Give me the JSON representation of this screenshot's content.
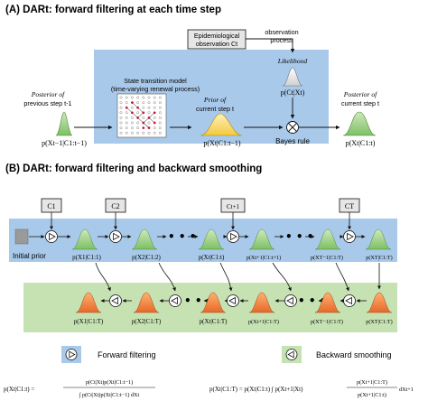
{
  "panel_a": {
    "title": "(A) DARt: forward filtering at each time step",
    "posterior_prev_label_1": "Posterior of",
    "posterior_prev_label_2": "previous step t-1",
    "posterior_prev_formula": "p(Xt−1|C1:t−1)",
    "model_label_1": "State transition model",
    "model_label_2": "(time-varying renewal process)",
    "prior_label_1": "Prior of",
    "prior_label_2": "current step t",
    "prior_formula": "p(Xt|C1:t−1)",
    "obs_box_label_1": "Epidemiological",
    "obs_box_label_2": "observation Ct",
    "obs_process_1": "observation",
    "obs_process_2": "process",
    "likelihood_label": "Likelihood",
    "likelihood_formula": "p(Ct|Xt)",
    "bayes_label": "Bayes rule",
    "posterior_cur_label_1": "Posterior of",
    "posterior_cur_label_2": "current step t",
    "posterior_cur_formula": "p(Xt|C1:t)"
  },
  "panel_b": {
    "title": "(B) DARt: forward filtering and backward smoothing",
    "observations": [
      "C1",
      "C2",
      "Ct+1",
      "CT"
    ],
    "initial_prior": "Initial prior",
    "filter_formulas": [
      "p(X1|C1:1)",
      "p(X2|C1:2)",
      "p(Xt|C1:t)",
      "p(Xt+1|C1:t+1)",
      "p(XT−1|C1:T)",
      "p(XT|C1:T)"
    ],
    "smooth_formulas": [
      "p(X1|C1:T)",
      "p(X2|C1:T)",
      "p(Xt|C1:T)",
      "p(Xt+1|C1:T)",
      "p(XT−1|C1:T)",
      "p(XT|C1:T)"
    ],
    "ellipsis": "• • •"
  },
  "legend": {
    "forward_label": "Forward filtering",
    "backward_label": "Backward smoothing"
  },
  "equations": {
    "filter_lhs": "p(Xt|C1:t) =",
    "filter_num": "p(Ct|Xt)p(Xt|C1:t−1)",
    "filter_den": "∫ p(Ct|Xt)p(Xt|C1:t−1) dXt",
    "smooth_lhs": "p(Xt|C1:T) = p(Xt|C1:t) ∫ p(Xt+1|Xt)",
    "smooth_num": "p(Xt+1|C1:T)",
    "smooth_den": "p(Xt+1|C1:t)",
    "smooth_tail": "dXt+1"
  },
  "colors": {
    "blue_band": "#a9c9ea",
    "green_band": "#c6e2b2",
    "filter_curve": "#9acd7e",
    "prior_curve": "#f6d774",
    "smooth_curve": "#f08a3c",
    "likelihood_curve": "#e8e8e8",
    "icon_fill": "#ffffff"
  }
}
